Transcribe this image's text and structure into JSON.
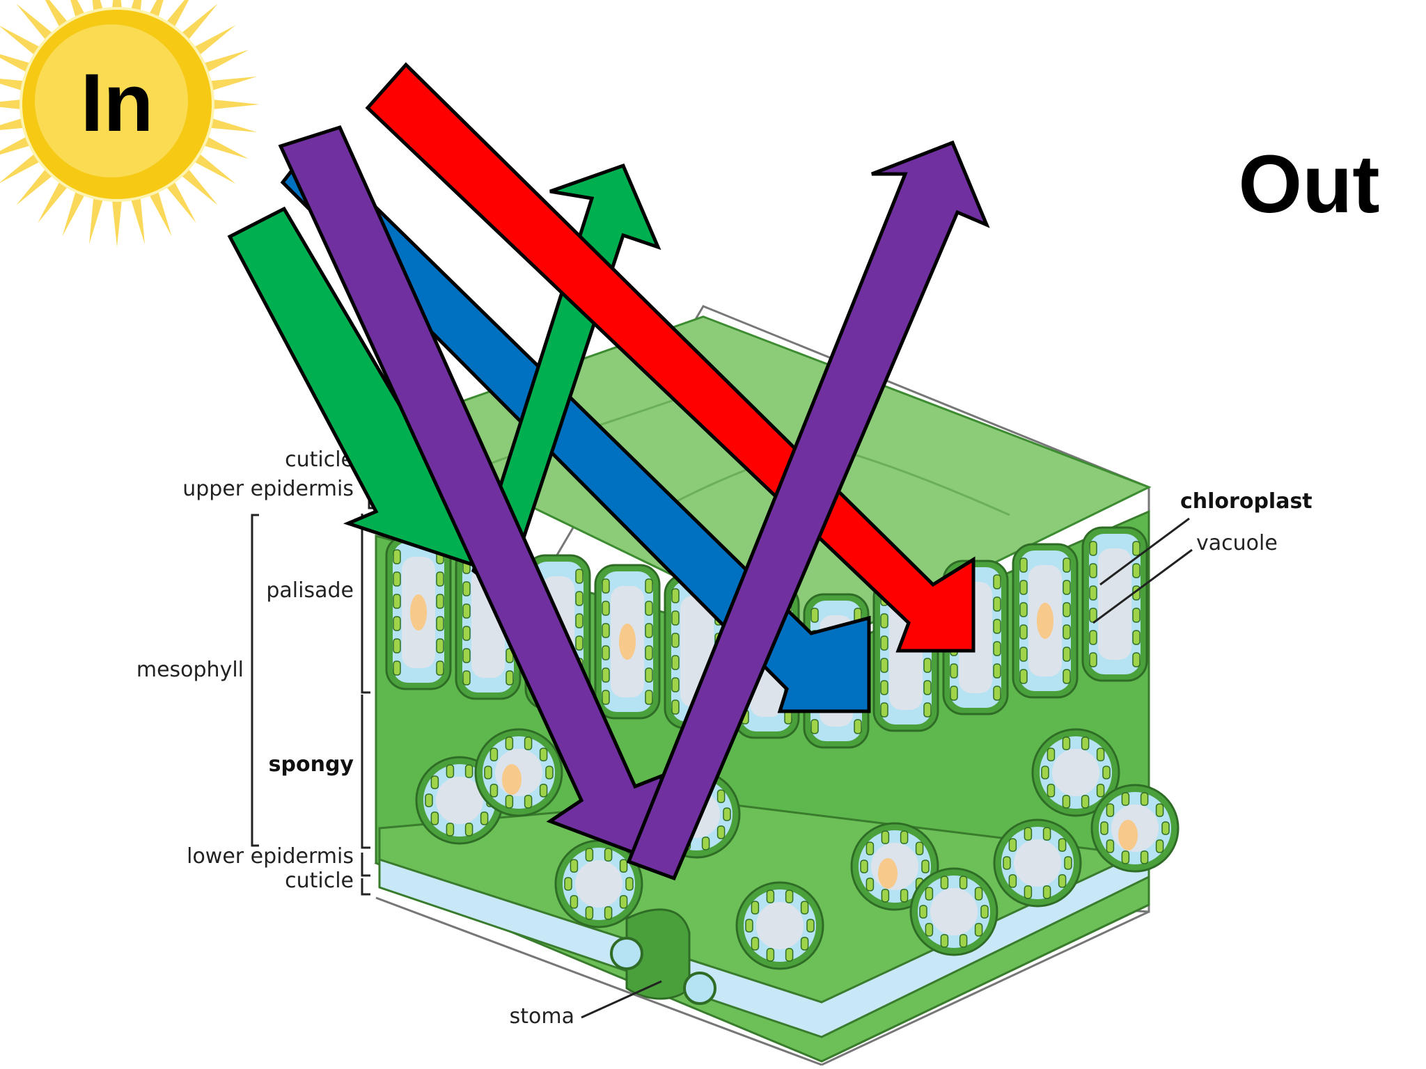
{
  "diagram": {
    "in_label": "In",
    "out_label": "Out",
    "labels": {
      "cuticle_top": "cuticle",
      "upper_epidermis": "upper epidermis",
      "palisade": "palisade",
      "mesophyll": "mesophyll",
      "spongy": "spongy",
      "lower_epidermis": "lower epidermis",
      "cuticle_bottom": "cuticle",
      "stoma": "stoma",
      "chloroplast": "chloroplast",
      "vacuole": "vacuole"
    },
    "colors": {
      "sun": "#f9d21a",
      "red_light": "#ff0000",
      "blue_light": "#0070c0",
      "green_light": "#00b050",
      "violet_light": "#7030a0",
      "leaf_top": "#8fce7b",
      "leaf_cell": "#56b84a",
      "cytoplasm": "#b6e3f4",
      "vacuole": "#dde3ea"
    },
    "icons": [
      "sun-icon"
    ]
  }
}
